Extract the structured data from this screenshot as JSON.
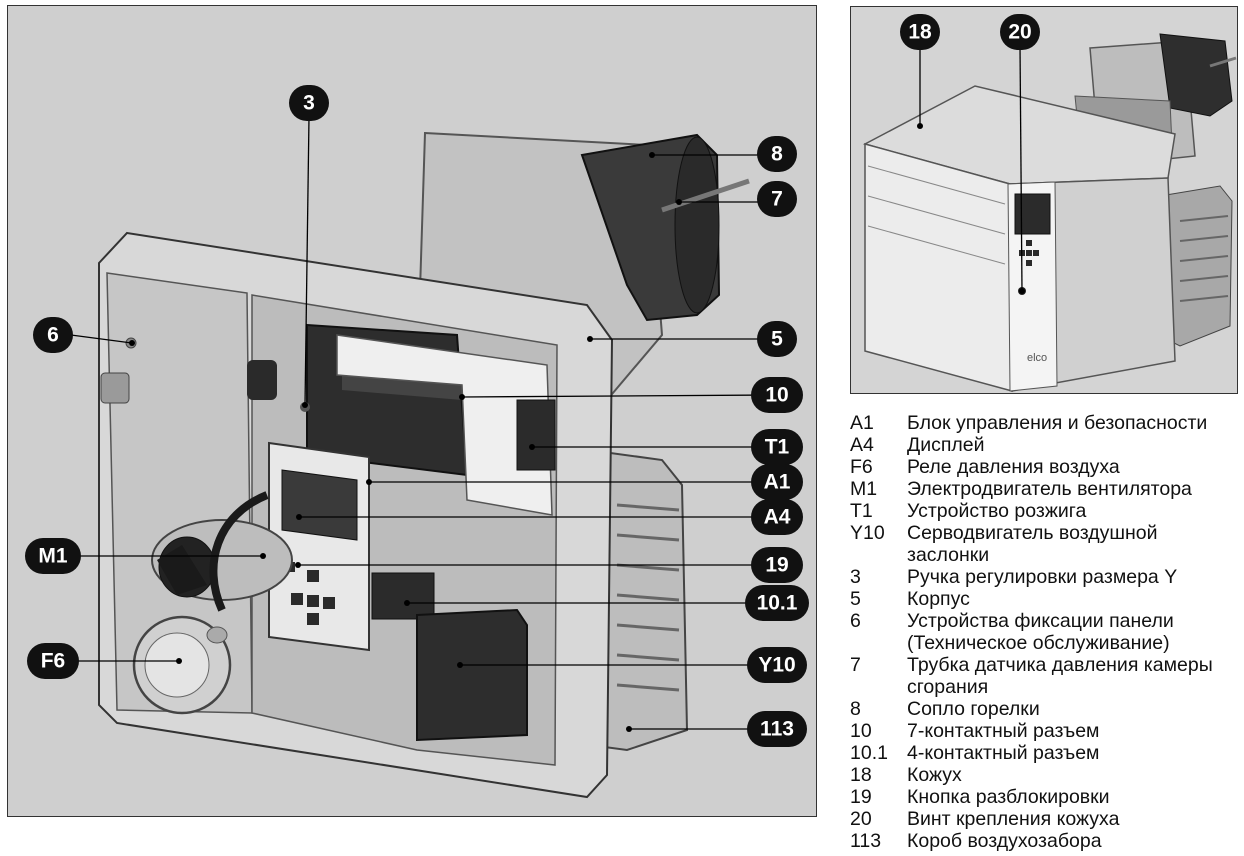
{
  "main_callouts": [
    "3",
    "8",
    "7",
    "6",
    "5",
    "10",
    "T1",
    "A1",
    "A4",
    "M1",
    "19",
    "10.1",
    "F6",
    "Y10",
    "113"
  ],
  "inset_callouts": [
    "18",
    "20"
  ],
  "inset_logo": "elco",
  "legend": [
    {
      "code": "A1",
      "desc": "Блок управления и безопасности"
    },
    {
      "code": "A4",
      "desc": "Дисплей"
    },
    {
      "code": "F6",
      "desc": "Реле давления воздуха"
    },
    {
      "code": "M1",
      "desc": "Электродвигатель вентилятора"
    },
    {
      "code": "T1",
      "desc": "Устройство розжига"
    },
    {
      "code": "Y10",
      "desc": "Серводвигатель воздушной заслонки"
    },
    {
      "code": "3",
      "desc": "Ручка регулировки размера Y"
    },
    {
      "code": "5",
      "desc": "Корпус"
    },
    {
      "code": "6",
      "desc": "Устройства фиксации панели (Техническое обслуживание)"
    },
    {
      "code": "7",
      "desc": "Трубка датчика давления камеры сгорания"
    },
    {
      "code": "8",
      "desc": "Сопло горелки"
    },
    {
      "code": "10",
      "desc": "7-контактный разъем"
    },
    {
      "code": "10.1",
      "desc": "4-контактный разъем"
    },
    {
      "code": "18",
      "desc": "Кожух"
    },
    {
      "code": "19",
      "desc": "Кнопка разблокировки"
    },
    {
      "code": "20",
      "desc": "Винт крепления кожуха"
    },
    {
      "code": "113",
      "desc": "Короб воздухозабора"
    }
  ]
}
